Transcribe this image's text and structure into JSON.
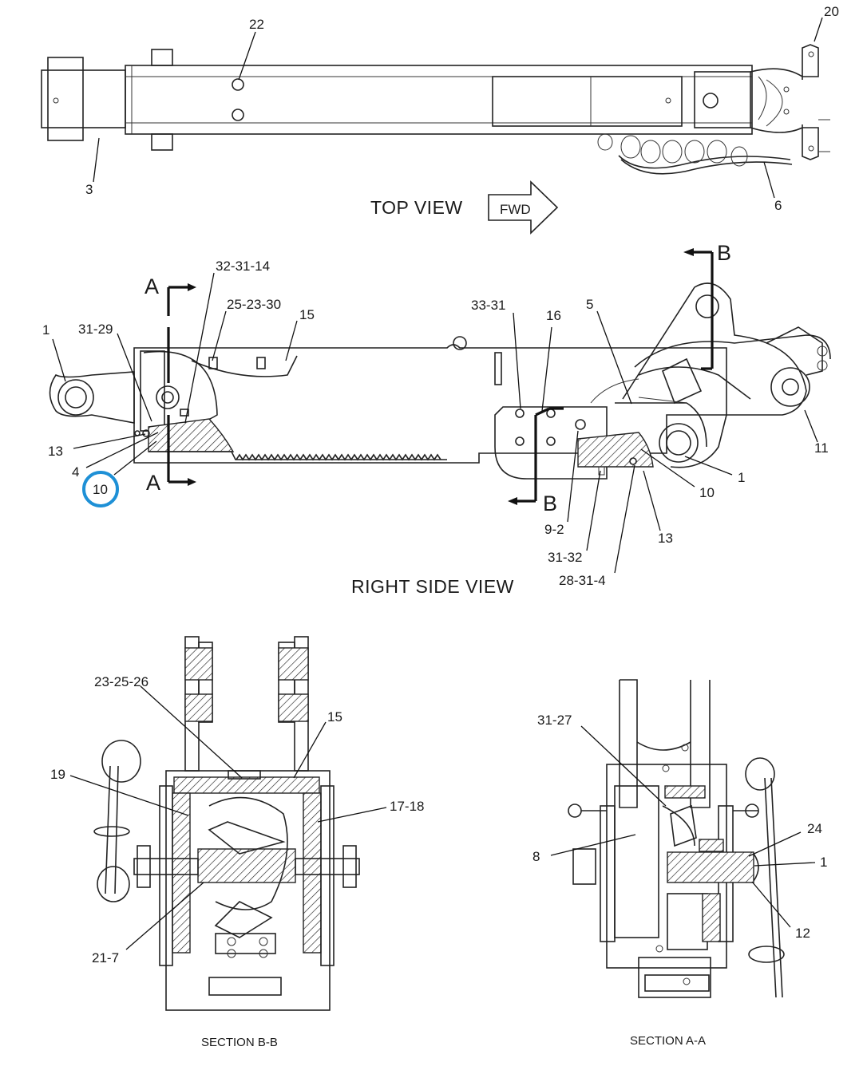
{
  "views": {
    "top_view_title": "TOP VIEW",
    "fwd_label": "FWD",
    "right_side_view_title": "RIGHT SIDE VIEW",
    "section_b_title": "SECTION B-B",
    "section_a_title": "SECTION A-A"
  },
  "section_markers": {
    "a": "A",
    "b": "B"
  },
  "callouts": {
    "top": {
      "c20": "20",
      "c22": "22",
      "c3": "3",
      "c6": "6"
    },
    "side": {
      "c32_31_14": "32-31-14",
      "c25_23_30": "25-23-30",
      "c15": "15",
      "c31_29": "31-29",
      "c1_left": "1",
      "c13_left": "13",
      "c4": "4",
      "c10_left": "10",
      "c33_31": "33-31",
      "c16": "16",
      "c5": "5",
      "c11": "11",
      "c1_right": "1",
      "c10_right": "10",
      "c13_right": "13",
      "c9_2": "9-2",
      "c31_32": "31-32",
      "c28_31_4": "28-31-4"
    },
    "section_b": {
      "c23_25_26": "23-25-26",
      "c15": "15",
      "c19": "19",
      "c17_18": "17-18",
      "c21_7": "21-7"
    },
    "section_a": {
      "c31_27": "31-27",
      "c24": "24",
      "c8": "8",
      "c1": "1",
      "c12": "12"
    }
  },
  "highlight": {
    "callout": "10",
    "color": "#1e90d6"
  }
}
